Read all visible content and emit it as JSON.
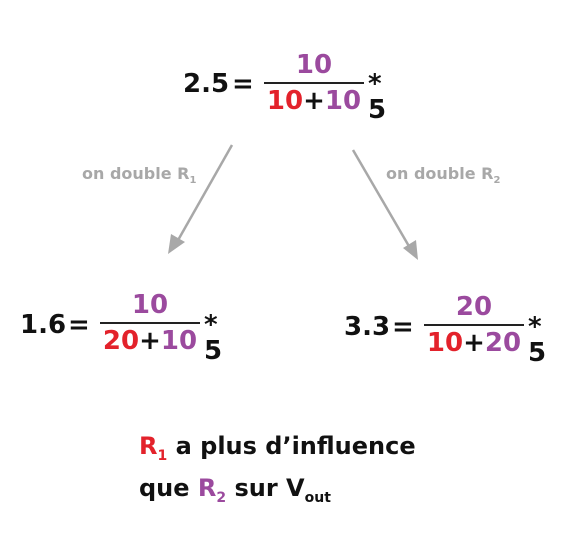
{
  "top": {
    "lhs": "2.5",
    "eq": "=",
    "num": "10",
    "den_a": "10",
    "plus": "+",
    "den_b": "10",
    "mult": "* 5"
  },
  "left": {
    "lhs": "1.6",
    "eq": "=",
    "num": "10",
    "den_a": "20",
    "plus": "+",
    "den_b": "10",
    "mult": "* 5"
  },
  "right": {
    "lhs": "3.3",
    "eq": "=",
    "num": "20",
    "den_a": "10",
    "plus": "+",
    "den_b": "20",
    "mult": "* 5"
  },
  "arrows": {
    "left_label": "on double R",
    "left_sub": "1",
    "right_label": "on double R",
    "right_sub": "2",
    "color": "#a8a8a8"
  },
  "conclusion": {
    "r1": "R",
    "r1_sub": "1",
    "line1_rest": " a plus d’influence",
    "line2_start": "que ",
    "r2": "R",
    "r2_sub": "2",
    "line2_mid": " sur V",
    "vout_sub": "out"
  },
  "colors": {
    "r1": "#e3222b",
    "r2": "#9b4a9e",
    "text": "#111111"
  }
}
